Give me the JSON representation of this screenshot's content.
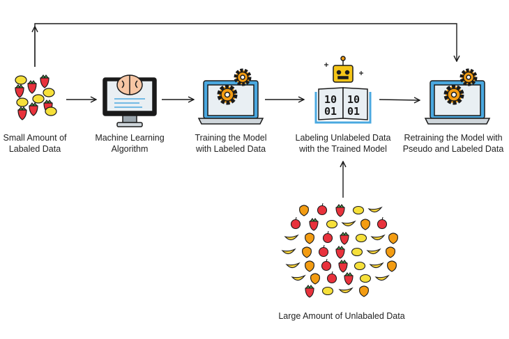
{
  "steps": [
    {
      "line1": "Small Amount of",
      "line2": "Labaled Data"
    },
    {
      "line1": "Machine Learning",
      "line2": "Algorithm"
    },
    {
      "line1": "Training the Model",
      "line2": "with Labeled Data"
    },
    {
      "line1": "Labeling Unlabeled Data",
      "line2": "with the Trained Model"
    },
    {
      "line1": "Retraining the Model with",
      "line2": "Pseudo and Labeled Data"
    }
  ],
  "unlabeled": {
    "label": "Large Amount of Unlabaled Data"
  },
  "book": {
    "left_row1": "10",
    "left_row2": "01",
    "right_row1": "10",
    "right_row2": "01"
  },
  "colors": {
    "outline": "#1a1a1a",
    "screen_blue": "#4aa8e0",
    "screen_light": "#e9eff3",
    "gear": "#f39c12",
    "brain": "#f7c6a4",
    "robot": "#f5c518",
    "strawberry": "#e8323c",
    "lemon": "#f6e03a",
    "orange": "#f39c12",
    "banana": "#f7d33c",
    "apple": "#e8323c"
  }
}
